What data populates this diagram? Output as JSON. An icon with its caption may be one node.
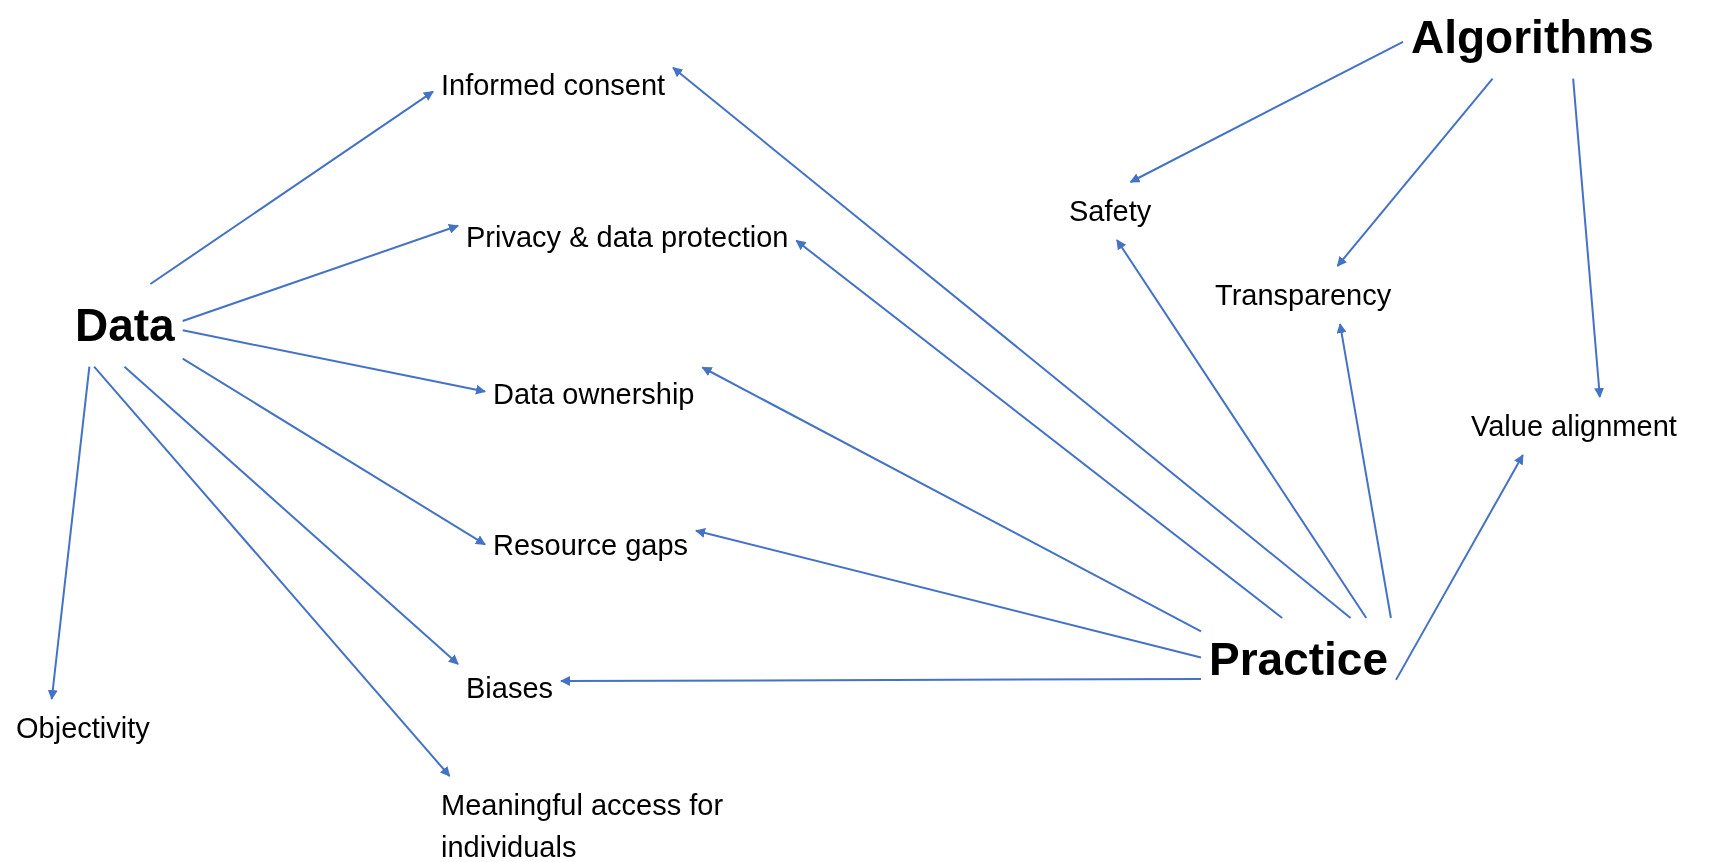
{
  "diagram": {
    "nodes": [
      {
        "text": [
          "Data"
        ]
      },
      {
        "text": [
          "Algorithms"
        ]
      },
      {
        "text": [
          "Practice"
        ]
      },
      {
        "text": [
          "Informed consent"
        ]
      },
      {
        "text": [
          "Privacy & data protection"
        ]
      },
      {
        "text": [
          "Data ownership"
        ]
      },
      {
        "text": [
          "Resource gaps"
        ]
      },
      {
        "text": [
          "Biases"
        ]
      },
      {
        "text": [
          "Objectivity"
        ]
      },
      {
        "text": [
          "Meaningful access for individuals"
        ]
      },
      {
        "text": [
          "Safety"
        ]
      },
      {
        "text": [
          "Transparency"
        ]
      },
      {
        "text": [
          "Value alignment"
        ]
      }
    ],
    "edges": [
      {
        "from": 0,
        "to": 3,
        "arrow": "to"
      },
      {
        "from": 0,
        "to": 4,
        "arrow": "to"
      },
      {
        "from": 0,
        "to": 5,
        "arrow": "to"
      },
      {
        "from": 0,
        "to": 6,
        "arrow": "to"
      },
      {
        "from": 0,
        "to": 7,
        "arrow": "to"
      },
      {
        "from": 0,
        "to": 8,
        "arrow": "to"
      },
      {
        "from": 0,
        "to": 9,
        "arrow": "to"
      },
      {
        "from": 1,
        "to": 10,
        "arrow": "to"
      },
      {
        "from": 1,
        "to": 11,
        "arrow": "to"
      },
      {
        "from": 1,
        "to": 12,
        "arrow": "to"
      },
      {
        "from": 2,
        "to": 3,
        "arrow": "to"
      },
      {
        "from": 2,
        "to": 4,
        "arrow": "to"
      },
      {
        "from": 2,
        "to": 5,
        "arrow": "to"
      },
      {
        "from": 2,
        "to": 6,
        "arrow": "to"
      },
      {
        "from": 2,
        "to": 7,
        "arrow": "to"
      },
      {
        "from": 2,
        "to": 10,
        "arrow": "to"
      },
      {
        "from": 2,
        "to": 11,
        "arrow": "to"
      },
      {
        "from": 2,
        "to": 12,
        "arrow": "to"
      }
    ]
  }
}
